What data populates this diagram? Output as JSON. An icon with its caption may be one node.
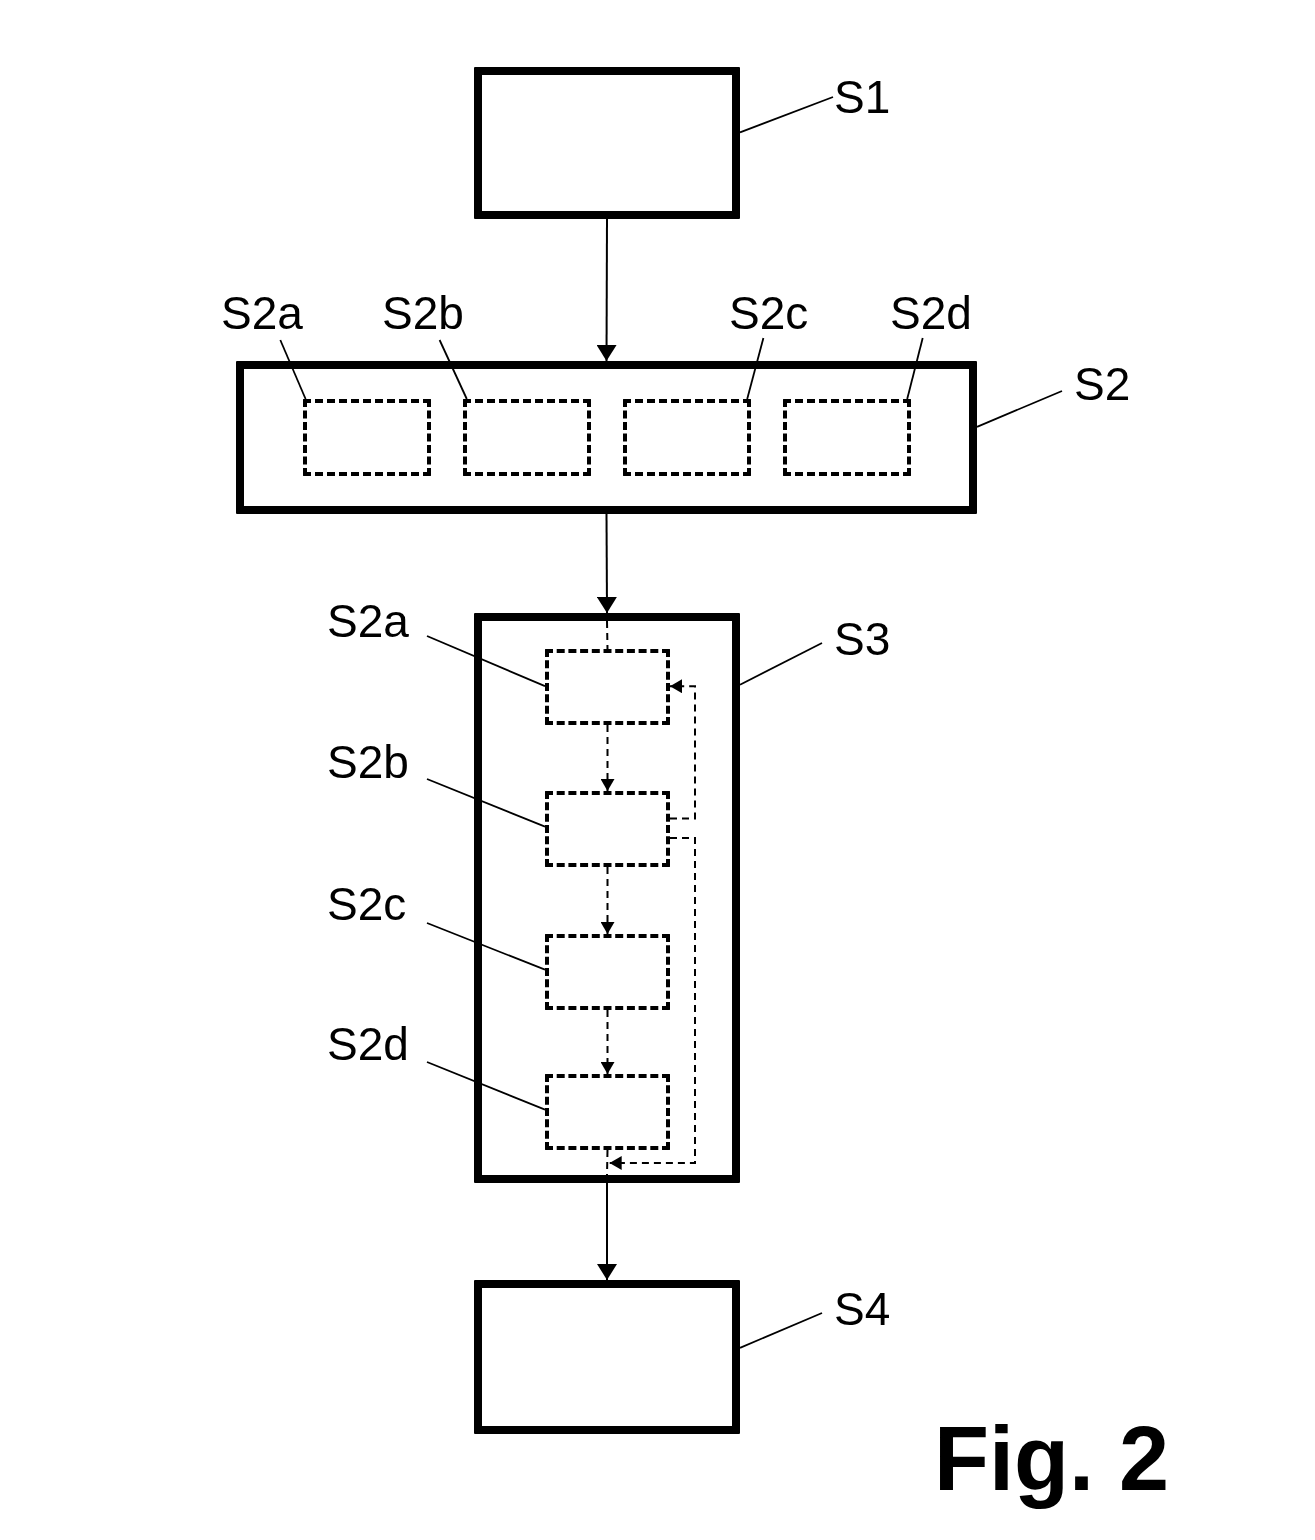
{
  "diagram": {
    "caption": "Fig. 2",
    "nodes": [
      {
        "text": [],
        "shape": "box"
      },
      {
        "text": [
          "S1"
        ]
      },
      {
        "text": [],
        "shape": "box"
      },
      {
        "text": [],
        "shape": "box",
        "in": 2
      },
      {
        "text": [],
        "shape": "box",
        "in": 2
      },
      {
        "text": [],
        "shape": "box",
        "in": 2
      },
      {
        "text": [],
        "shape": "box",
        "in": 2
      },
      {
        "text": [
          "S2a"
        ]
      },
      {
        "text": [
          "S2b"
        ]
      },
      {
        "text": [
          "S2c"
        ]
      },
      {
        "text": [
          "S2d"
        ]
      },
      {
        "text": [
          "S2"
        ]
      },
      {
        "text": [],
        "shape": "box"
      },
      {
        "text": [],
        "shape": "box",
        "in": 12
      },
      {
        "text": [],
        "shape": "box",
        "in": 12
      },
      {
        "text": [],
        "shape": "box",
        "in": 12
      },
      {
        "text": [],
        "shape": "box",
        "in": 12
      },
      {
        "text": [
          "S2a"
        ]
      },
      {
        "text": [
          "S2b"
        ]
      },
      {
        "text": [
          "S2c"
        ]
      },
      {
        "text": [
          "S2d"
        ]
      },
      {
        "text": [
          "S3"
        ]
      },
      {
        "text": [],
        "shape": "box"
      },
      {
        "text": [
          "S4"
        ]
      }
    ],
    "edges": [
      {
        "from": 0,
        "to": 2,
        "arrow": "to"
      },
      {
        "from": 2,
        "to": 12,
        "arrow": "to"
      },
      {
        "from": 12,
        "to": 13,
        "arrow": "none",
        "style": "dashed"
      },
      {
        "from": 13,
        "to": 14,
        "arrow": "to",
        "style": "dashed"
      },
      {
        "from": 14,
        "to": 15,
        "arrow": "to",
        "style": "dashed"
      },
      {
        "from": 15,
        "to": 16,
        "arrow": "to",
        "style": "dashed"
      },
      {
        "from": 14,
        "to": 13,
        "arrow": "to",
        "style": "dashed"
      },
      {
        "from": 14,
        "to": 12,
        "arrow": "to",
        "style": "dashed"
      },
      {
        "from": 16,
        "to": 12,
        "arrow": "none",
        "style": "dashed"
      },
      {
        "from": 12,
        "to": 22,
        "arrow": "to"
      },
      {
        "from": 1,
        "to": 0,
        "arrow": "none"
      },
      {
        "from": 7,
        "to": 3,
        "arrow": "none"
      },
      {
        "from": 8,
        "to": 4,
        "arrow": "none"
      },
      {
        "from": 9,
        "to": 5,
        "arrow": "none"
      },
      {
        "from": 10,
        "to": 6,
        "arrow": "none"
      },
      {
        "from": 11,
        "to": 2,
        "arrow": "none"
      },
      {
        "from": 17,
        "to": 13,
        "arrow": "none"
      },
      {
        "from": 18,
        "to": 14,
        "arrow": "none"
      },
      {
        "from": 19,
        "to": 15,
        "arrow": "none"
      },
      {
        "from": 20,
        "to": 16,
        "arrow": "none"
      },
      {
        "from": 21,
        "to": 12,
        "arrow": "none"
      },
      {
        "from": 23,
        "to": 22,
        "arrow": "none"
      }
    ]
  }
}
